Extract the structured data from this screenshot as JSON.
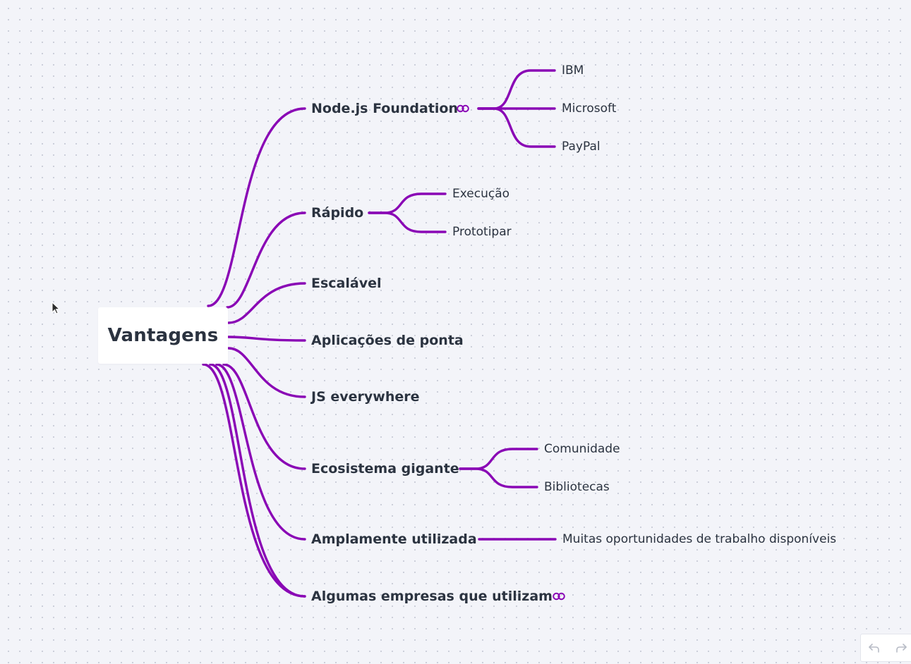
{
  "colors": {
    "edge": "#8a07b5",
    "text": "#2b3340",
    "background": "#f3f4f9"
  },
  "mindmap": {
    "root": "Vantagens",
    "branches": [
      {
        "label": "Node.js Foundation",
        "has_link": true,
        "children": [
          "IBM",
          "Microsoft",
          "PayPal"
        ]
      },
      {
        "label": "Rápido",
        "has_link": false,
        "children": [
          "Execução",
          "Prototipar"
        ]
      },
      {
        "label": "Escalável",
        "has_link": false,
        "children": []
      },
      {
        "label": "Aplicações de ponta",
        "has_link": false,
        "children": []
      },
      {
        "label": "JS everywhere",
        "has_link": false,
        "children": []
      },
      {
        "label": "Ecosistema gigante",
        "has_link": false,
        "children": [
          "Comunidade",
          "Bibliotecas"
        ]
      },
      {
        "label": "Amplamente utilizada",
        "has_link": false,
        "children": [
          "Muitas oportunidades de trabalho disponíveis"
        ]
      },
      {
        "label": "Algumas empresas que utilizam",
        "has_link": true,
        "children": []
      }
    ]
  },
  "toolbar": {
    "undo_icon": "undo-icon",
    "redo_icon": "redo-icon"
  }
}
